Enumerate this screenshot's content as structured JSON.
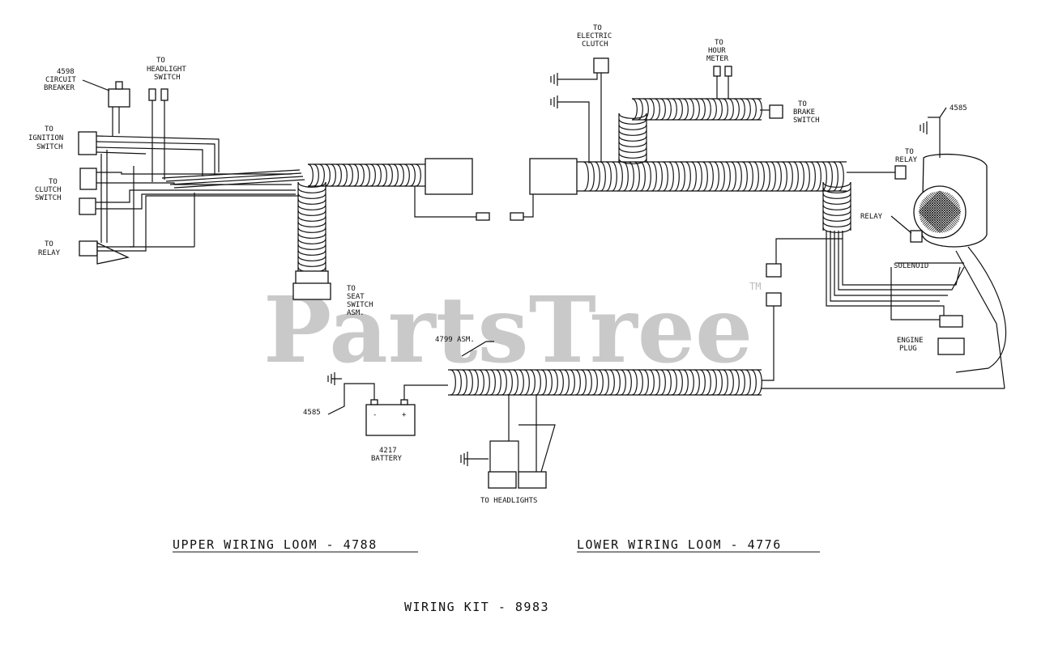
{
  "watermark": {
    "text": "PartsTree",
    "tm": "TM"
  },
  "labels": {
    "circuit_breaker": [
      "4598",
      "CIRCUIT",
      "BREAKER"
    ],
    "headlight_switch": [
      "TO",
      "HEADLIGHT",
      "SWITCH"
    ],
    "ignition_switch": [
      "TO",
      "IGNITION",
      "SWITCH"
    ],
    "clutch_switch": [
      "TO",
      "CLUTCH",
      "SWITCH"
    ],
    "relay_left": [
      "TO",
      "RELAY"
    ],
    "seat_switch": [
      "TO",
      "SEAT",
      "SWITCH",
      "ASM."
    ],
    "electric_clutch": [
      "TO",
      "ELECTRIC",
      "CLUTCH"
    ],
    "hour_meter": [
      "TO",
      "HOUR",
      "METER"
    ],
    "brake_switch": [
      "TO",
      "BRAKE",
      "SWITCH"
    ],
    "ground_right": "4585",
    "relay_right_to": [
      "TO",
      "RELAY"
    ],
    "relay": "RELAY",
    "solenoid": "SOLENOID",
    "engine_plug": [
      "ENGINE",
      "PLUG"
    ],
    "asm_4799": "4799 ASM.",
    "ground_battery": "4585",
    "battery": [
      "4217",
      "BATTERY"
    ],
    "headlights": "TO HEADLIGHTS"
  },
  "titles": {
    "upper": "UPPER WIRING LOOM - 4788",
    "lower": "LOWER WIRING LOOM - 4776",
    "kit": "WIRING KIT - 8983"
  }
}
